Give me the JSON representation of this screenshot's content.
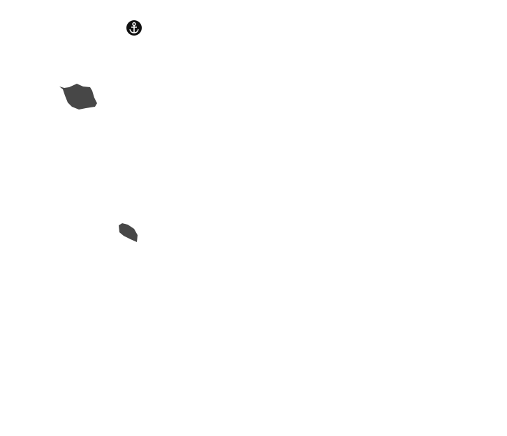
{
  "map": {
    "background_color": "#ffffff",
    "land_color": "#474747",
    "features": [
      {
        "type": "island",
        "name": ""
      },
      {
        "type": "island",
        "name": ""
      }
    ],
    "markers": [
      {
        "icon": "anchor-icon",
        "meaning": "harbor",
        "color": "#111111"
      }
    ]
  }
}
